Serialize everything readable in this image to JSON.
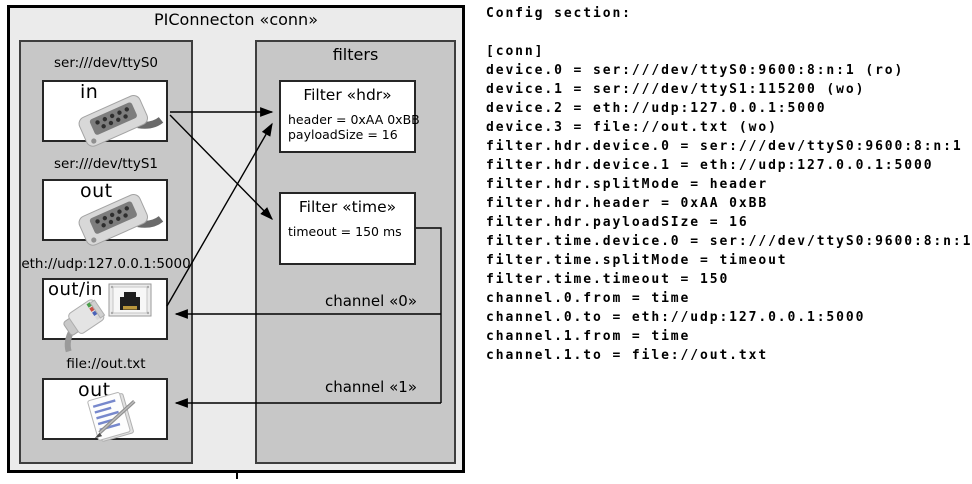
{
  "colors": {
    "outer_bg": "#ebebeb",
    "container_bg": "#c7c7c7",
    "box_bg": "#ffffff",
    "line": "#000000"
  },
  "diagram": {
    "title": "PIConnecton «conn»",
    "devices": {
      "items": [
        {
          "label": "ser:///dev/ttyS0",
          "port": "in",
          "icon": "serial-connector-icon"
        },
        {
          "label": "ser:///dev/ttyS1",
          "port": "out",
          "icon": "serial-connector-icon"
        },
        {
          "label": "eth://udp:127.0.0.1:5000",
          "port": "out/in",
          "icon": "ethernet-connector-icon"
        },
        {
          "label": "file://out.txt",
          "port": "out",
          "icon": "notepad-icon"
        }
      ]
    },
    "filters": {
      "title": "filters",
      "items": [
        {
          "title": "Filter «hdr»",
          "attrs": [
            "header = 0xAA 0xBB",
            "payloadSize = 16"
          ]
        },
        {
          "title": "Filter «time»",
          "attrs": [
            "timeout = 150 ms"
          ]
        }
      ]
    },
    "channels": [
      {
        "label": "channel «0»"
      },
      {
        "label": "channel «1»"
      }
    ]
  },
  "config": {
    "heading": "Config section:",
    "lines": [
      "[conn]",
      "device.0 = ser:///dev/ttyS0:9600:8:n:1 (ro)",
      "device.1 = ser:///dev/ttyS1:115200 (wo)",
      "device.2 = eth://udp:127.0.0.1:5000",
      "device.3 = file://out.txt (wo)",
      "filter.hdr.device.0 = ser:///dev/ttyS0:9600:8:n:1",
      "filter.hdr.device.1 = eth://udp:127.0.0.1:5000",
      "filter.hdr.splitMode = header",
      "filter.hdr.header = 0xAA 0xBB",
      "filter.hdr.payloadSIze = 16",
      "filter.time.device.0 = ser:///dev/ttyS0:9600:8:n:1",
      "filter.time.splitMode = timeout",
      "filter.time.timeout = 150",
      "channel.0.from = time",
      "channel.0.to = eth://udp:127.0.0.1:5000",
      "channel.1.from = time",
      "channel.1.to = file://out.txt"
    ]
  }
}
